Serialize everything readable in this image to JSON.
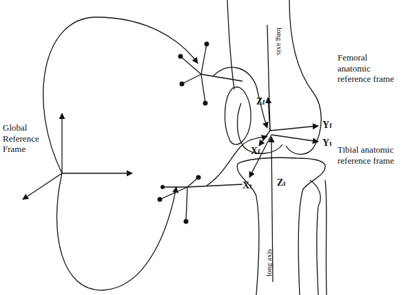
{
  "diagram": {
    "labels": [
      "Global Reference Frame",
      "Femoral anatomic reference frame",
      "Zf",
      "long axis",
      "Xf",
      "Yf",
      "Yt",
      "Xt",
      "Tibial anatomic reference frame",
      "Zt",
      "long axis"
    ]
  }
}
